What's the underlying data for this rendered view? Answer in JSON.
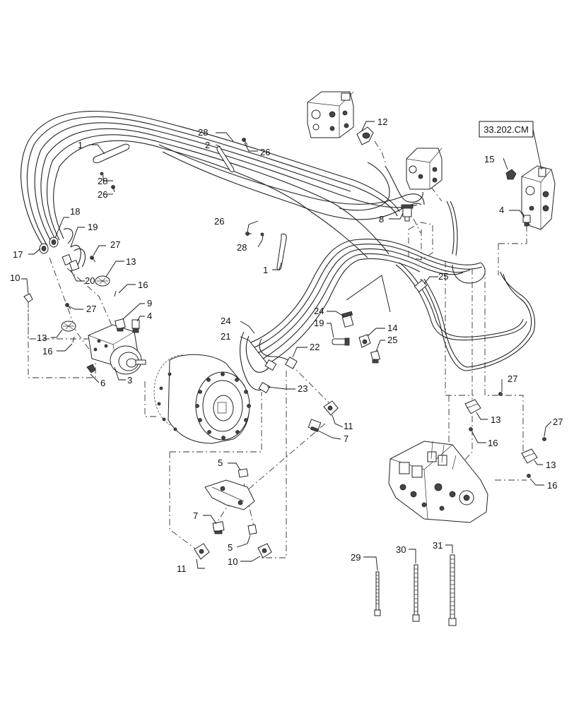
{
  "reference_box": "33.202.CM",
  "callouts": {
    "c1a": "1",
    "c1b": "1",
    "c2": "2",
    "c3": "3",
    "c4a": "4",
    "c4b": "4",
    "c5a": "5",
    "c5b": "5",
    "c6": "6",
    "c7a": "7",
    "c7b": "7",
    "c8": "8",
    "c9": "9",
    "c10a": "10",
    "c10b": "10",
    "c11a": "11",
    "c11b": "11",
    "c12": "12",
    "c13a": "13",
    "c13b": "13",
    "c13c": "13",
    "c13d": "13",
    "c14": "14",
    "c15": "15",
    "c16a": "16",
    "c16b": "16",
    "c16c": "16",
    "c16d": "16",
    "c17": "17",
    "c18": "18",
    "c19a": "19",
    "c19b": "19",
    "c20": "20",
    "c21": "21",
    "c22": "22",
    "c23": "23",
    "c24a": "24",
    "c24b": "24",
    "c25a": "25",
    "c25b": "25",
    "c26a": "26",
    "c26b": "26",
    "c26c": "26",
    "c27a": "27",
    "c27b": "27",
    "c27c": "27",
    "c27d": "27",
    "c28a": "28",
    "c28b": "28",
    "c28c": "28",
    "c29": "29",
    "c30": "30",
    "c31": "31"
  }
}
